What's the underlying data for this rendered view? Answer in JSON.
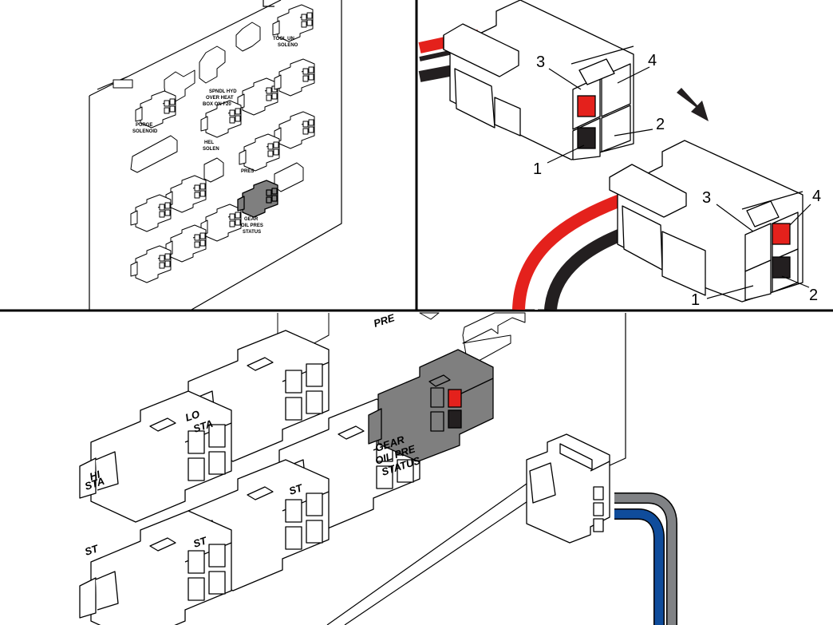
{
  "top_left_panel": {
    "labels": {
      "tool_unclamp": "TOOL UN",
      "solenoid_1": "SOLENO",
      "purge": "PURGE",
      "purge_solenoid": "SOLENOID",
      "spindle_1": "SPNDL HYD",
      "spindle_2": "OVER HEAT",
      "spindle_3": "BOX ON F20",
      "hel": "HEL",
      "hel_solenoid": "SOLEN",
      "gear_oil_1": "GEAR",
      "gear_oil_2": "OIL PRES",
      "gear_oil_3": "STATUS",
      "pres": "PRES"
    }
  },
  "top_right_panel": {
    "callouts": {
      "a1": "1",
      "a2": "2",
      "a3": "3",
      "a4": "4",
      "b1": "1",
      "b2": "2",
      "b3": "3",
      "b4": "4"
    }
  },
  "bottom_panel": {
    "labels": {
      "pres": "PRE",
      "gear": "GEAR",
      "oil_pres": "OIL PRE",
      "status": "STATUS",
      "lo_status": "LO",
      "st1": "STA",
      "st2": "STA",
      "st3": "ST",
      "st4": "ST",
      "hi": "HI",
      "st5": "ST"
    }
  },
  "colors": {
    "red_wire": "#e4211c",
    "black_wire": "#231f20",
    "gray_wire": "#808285",
    "blue_wire": "#0f4c9b",
    "highlight_gray": "#7f7f7f"
  }
}
